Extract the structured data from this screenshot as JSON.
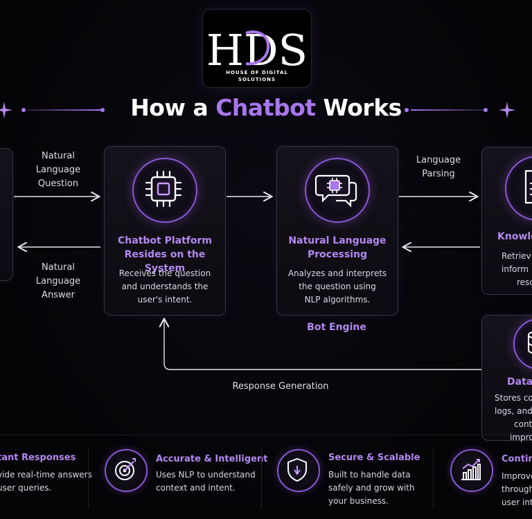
{
  "logo": {
    "mark": "HDS",
    "subtitle_line1": "HOUSE OF DIGITAL",
    "subtitle_line2": "SOLUTIONS"
  },
  "title": {
    "prefix": "How a ",
    "accent": "Chatbot",
    "suffix": " Works"
  },
  "flow": {
    "question_label": [
      "Natural",
      "Language",
      "Question"
    ],
    "answer_label": [
      "Natural",
      "Language",
      "Answer"
    ],
    "parsing_label": [
      "Language",
      "Parsing"
    ],
    "response_label": "Response Generation",
    "bot_engine": "Bot Engine"
  },
  "cards": {
    "platform": {
      "icon": "cpu-chip-icon",
      "title": [
        "Chatbot Platform",
        "Resides on the System"
      ],
      "desc": [
        "Receives the question",
        "and understands the",
        "user's intent."
      ]
    },
    "nlp": {
      "icon": "chat-chip-icon",
      "title": [
        "Natural Language",
        "Processing"
      ],
      "desc": [
        "Analyzes and interprets",
        "the question using",
        "NLP algorithms."
      ]
    },
    "knowledge": {
      "icon": "document-icon",
      "title": "Knowle",
      "desc": [
        "Retriev",
        "inform",
        "resc"
      ]
    },
    "data": {
      "icon": "database-icon",
      "title": "Data",
      "desc": [
        "Stores co",
        "logs, and",
        "cont",
        "impro"
      ]
    }
  },
  "features": [
    {
      "icon": "lightning-icon",
      "title": "tant Responses",
      "desc": [
        "vide real-time answers",
        "user queries."
      ]
    },
    {
      "icon": "target-icon",
      "title": "Accurate & Intelligent",
      "desc": [
        "Uses NLP to understand",
        "context and intent."
      ]
    },
    {
      "icon": "shield-icon",
      "title": "Secure & Scalable",
      "desc": [
        "Built to handle data",
        "safely and grow with",
        "your business."
      ]
    },
    {
      "icon": "growth-chart-icon",
      "title": "Continu",
      "desc": [
        "Improve",
        "through",
        "user int"
      ]
    }
  ],
  "colors": {
    "accent": "#a877ee",
    "background": "#050407",
    "card_border": "#3a3542"
  }
}
